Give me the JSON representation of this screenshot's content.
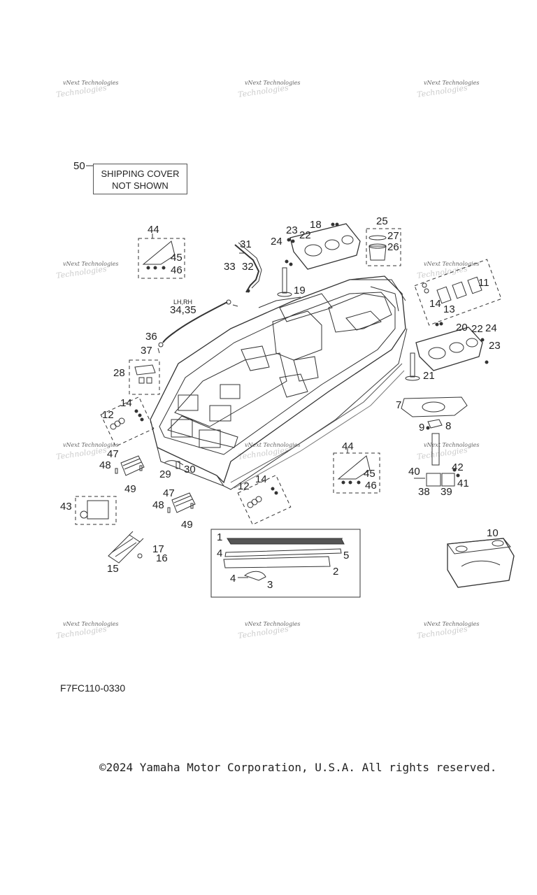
{
  "watermark": {
    "line1": "vNext Technologies",
    "line2": "Technologies"
  },
  "shipping_note": {
    "line1": "SHIPPING COVER",
    "line2": "NOT SHOWN"
  },
  "side_note": "LH,RH",
  "callouts": {
    "c1": "1",
    "c2": "2",
    "c3": "3",
    "c4a": "4",
    "c4b": "4",
    "c5": "5",
    "c7": "7",
    "c8": "8",
    "c9": "9",
    "c10": "10",
    "c11": "11",
    "c12a": "12",
    "c12b": "12",
    "c13": "13",
    "c14a": "14",
    "c14b": "14",
    "c14c": "14",
    "c15": "15",
    "c16": "16",
    "c17": "17",
    "c18": "18",
    "c19": "19",
    "c20": "20",
    "c21": "21",
    "c22a": "22",
    "c22b": "22",
    "c23a": "23",
    "c23b": "23",
    "c24a": "24",
    "c24b": "24",
    "c25": "25",
    "c26": "26",
    "c27": "27",
    "c28": "28",
    "c29": "29",
    "c30": "30",
    "c31": "31",
    "c32": "32",
    "c33": "33",
    "c3435": "34,35",
    "c36": "36",
    "c37": "37",
    "c38": "38",
    "c39": "39",
    "c40": "40",
    "c41": "41",
    "c42": "42",
    "c43": "43",
    "c44a": "44",
    "c44b": "44",
    "c45a": "45",
    "c45b": "45",
    "c46a": "46",
    "c46b": "46",
    "c47a": "47",
    "c47b": "47",
    "c48a": "48",
    "c48b": "48",
    "c49a": "49",
    "c49b": "49",
    "c50": "50"
  },
  "ref_code": "F7FC110-0330",
  "copyright": "©2024 Yamaha Motor Corporation, U.S.A. All rights reserved."
}
